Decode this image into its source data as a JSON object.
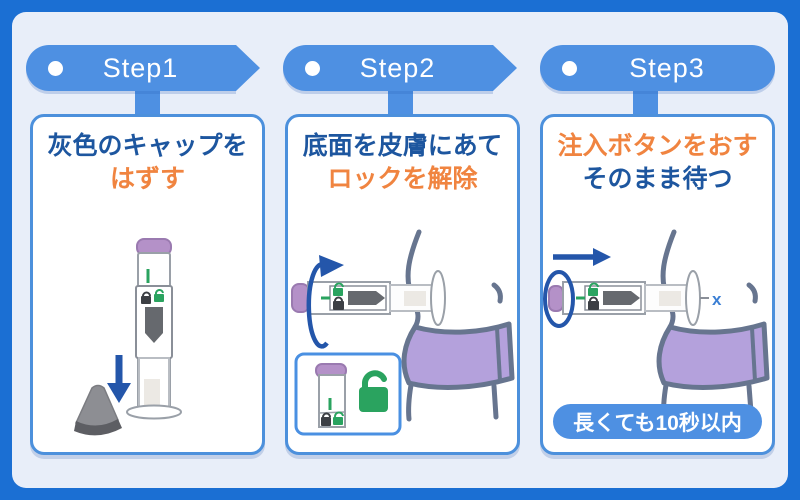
{
  "palette": {
    "frame_blue": "#1b6fd3",
    "background_blue": "#e8eef9",
    "banner_blue": "#4e90e2",
    "panel_border_blue": "#4c90dc",
    "title_blue": "#1d569f",
    "title_orange": "#f08440",
    "arrow_navy": "#2456aa",
    "pen_cap_purple": "#b491c8",
    "sleeve_purple": "#b4a1dc",
    "outline_slate": "#67758f",
    "lock_green": "#2aa35f",
    "gray_cap": "#8d8e93"
  },
  "steps": [
    {
      "banner": "Step1",
      "title_line1": "灰色のキャップを",
      "title_line2": "はずす"
    },
    {
      "banner": "Step2",
      "title_line1": "底面を皮膚にあて",
      "title_line2": "ロックを解除"
    },
    {
      "banner": "Step3",
      "title_line1": "注入ボタンをおす",
      "title_line2": "そのまま待つ",
      "badge": "長くても10秒以内",
      "skin_mark": "x"
    }
  ]
}
